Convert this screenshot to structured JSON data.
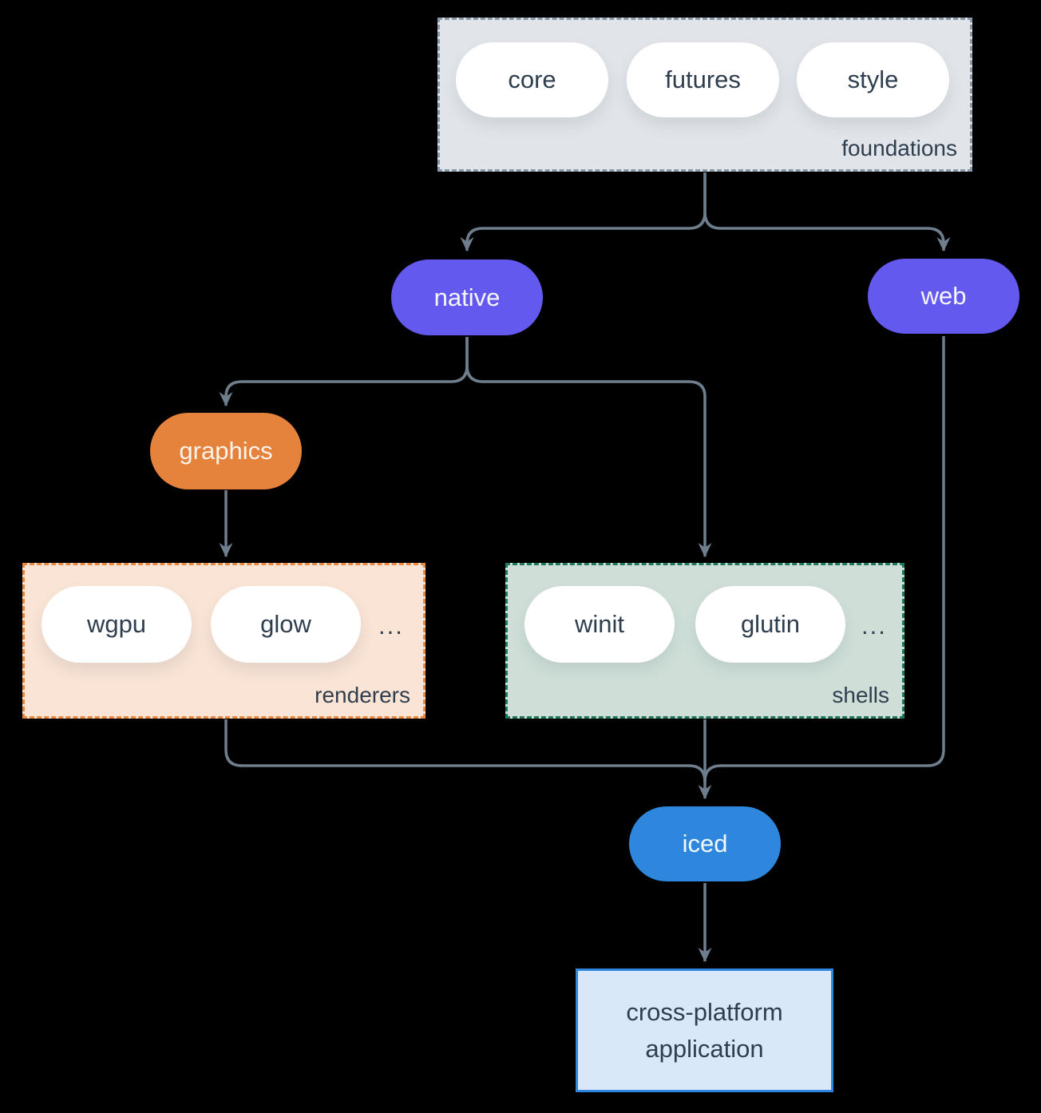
{
  "groups": {
    "foundations": {
      "label": "foundations",
      "items": [
        "core",
        "futures",
        "style"
      ]
    },
    "renderers": {
      "label": "renderers",
      "items": [
        "wgpu",
        "glow"
      ],
      "ellipsis": "..."
    },
    "shells": {
      "label": "shells",
      "items": [
        "winit",
        "glutin"
      ],
      "ellipsis": "..."
    }
  },
  "nodes": {
    "native": "native",
    "web": "web",
    "graphics": "graphics",
    "iced": "iced",
    "application": "cross-platform application"
  },
  "colors": {
    "background": "#000000",
    "connector": "#6F7E8C",
    "purple_pill": "#6459EF",
    "orange_pill": "#E5823B",
    "blue_pill": "#2E87DC",
    "white_pill": "#FFFFFF",
    "foundations_fill": "#E1E5E9",
    "foundations_border": "#8A99A8",
    "renderers_fill": "#FAE4D5",
    "renderers_border": "#E8873D",
    "shells_fill": "#CFDFD8",
    "shells_border": "#20775F",
    "app_fill": "#D9E8F8",
    "app_border": "#2E86DE",
    "text_dark": "#2F3E4E"
  }
}
